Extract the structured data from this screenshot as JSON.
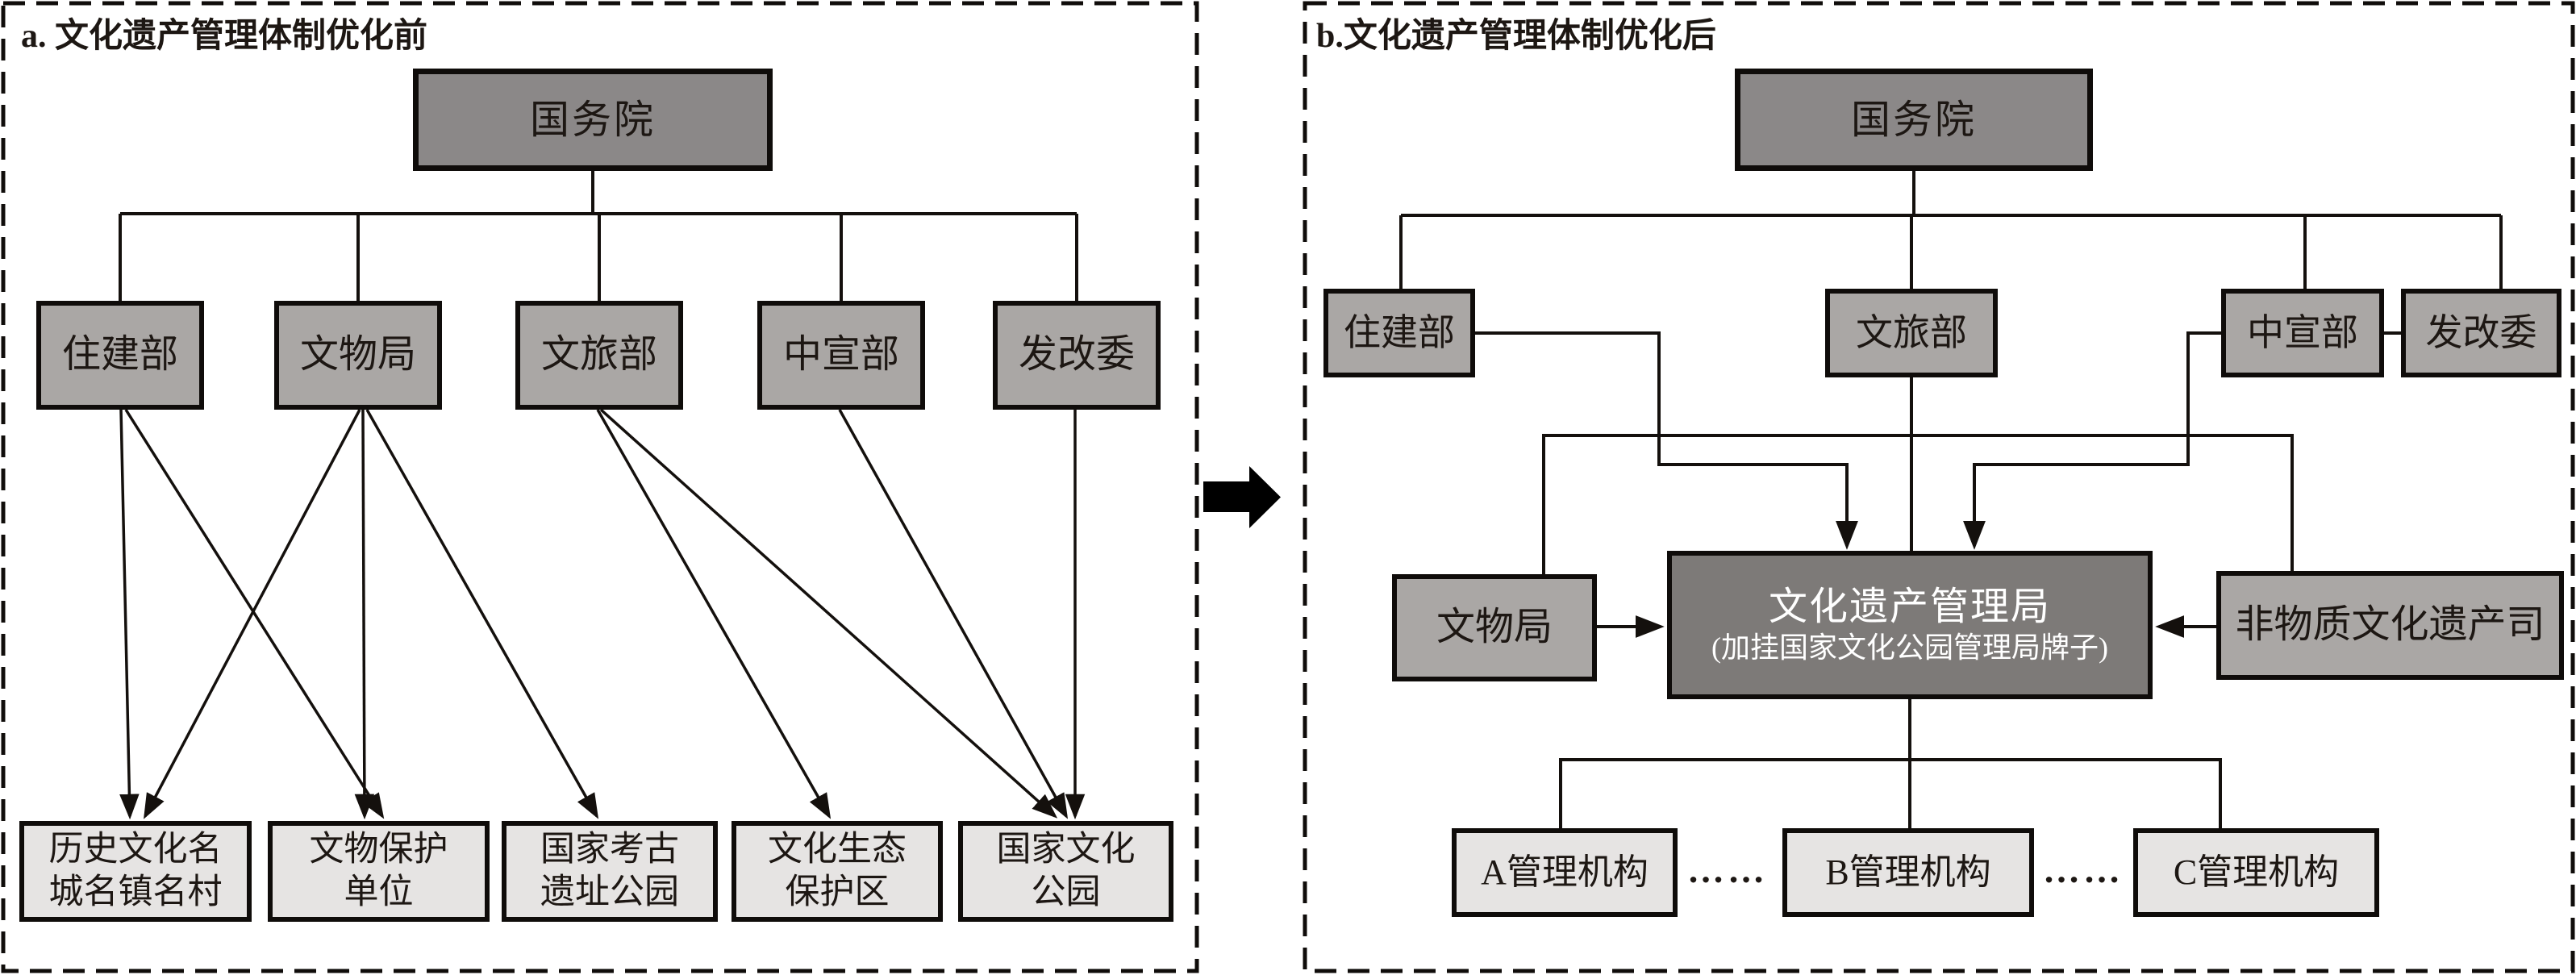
{
  "panel_a": {
    "title": "a. 文化遗产管理体制优化前",
    "root": "国务院",
    "ministries": [
      {
        "label": "住建部"
      },
      {
        "label": "文物局"
      },
      {
        "label": "文旅部"
      },
      {
        "label": "中宣部"
      },
      {
        "label": "发改委"
      }
    ],
    "heritage_types": [
      {
        "line1": "历史文化名",
        "line2": "城名镇名村"
      },
      {
        "line1": "文物保护",
        "line2": "单位"
      },
      {
        "line1": "国家考古",
        "line2": "遗址公园"
      },
      {
        "line1": "文化生态",
        "line2": "保护区"
      },
      {
        "line1": "国家文化",
        "line2": "公园"
      }
    ]
  },
  "panel_b": {
    "title": "b.文化遗产管理体制优化后",
    "root": "国务院",
    "ministries": [
      {
        "label": "住建部"
      },
      {
        "label": "文旅部"
      },
      {
        "label": "中宣部"
      },
      {
        "label": "发改委"
      }
    ],
    "wenwuju": "文物局",
    "heritage_admin_line1": "文化遗产管理局",
    "heritage_admin_line2": "(加挂国家文化公园管理局牌子)",
    "intangible": "非物质文化遗产司",
    "management_orgs": [
      {
        "label": "A管理机构"
      },
      {
        "label": "B管理机构"
      },
      {
        "label": "C管理机构"
      }
    ],
    "ellipsis_1": "……",
    "ellipsis_2": "……"
  },
  "colors": {
    "root_box_fill": "#8b8888",
    "ministry_box_fill": "#aaa7a5",
    "light_box_fill": "#e6e4e3",
    "admin_box_fill": "#7d7a78",
    "admin_text": "#ffffff",
    "line_color": "#14100d",
    "text_color": "#1d1713"
  }
}
